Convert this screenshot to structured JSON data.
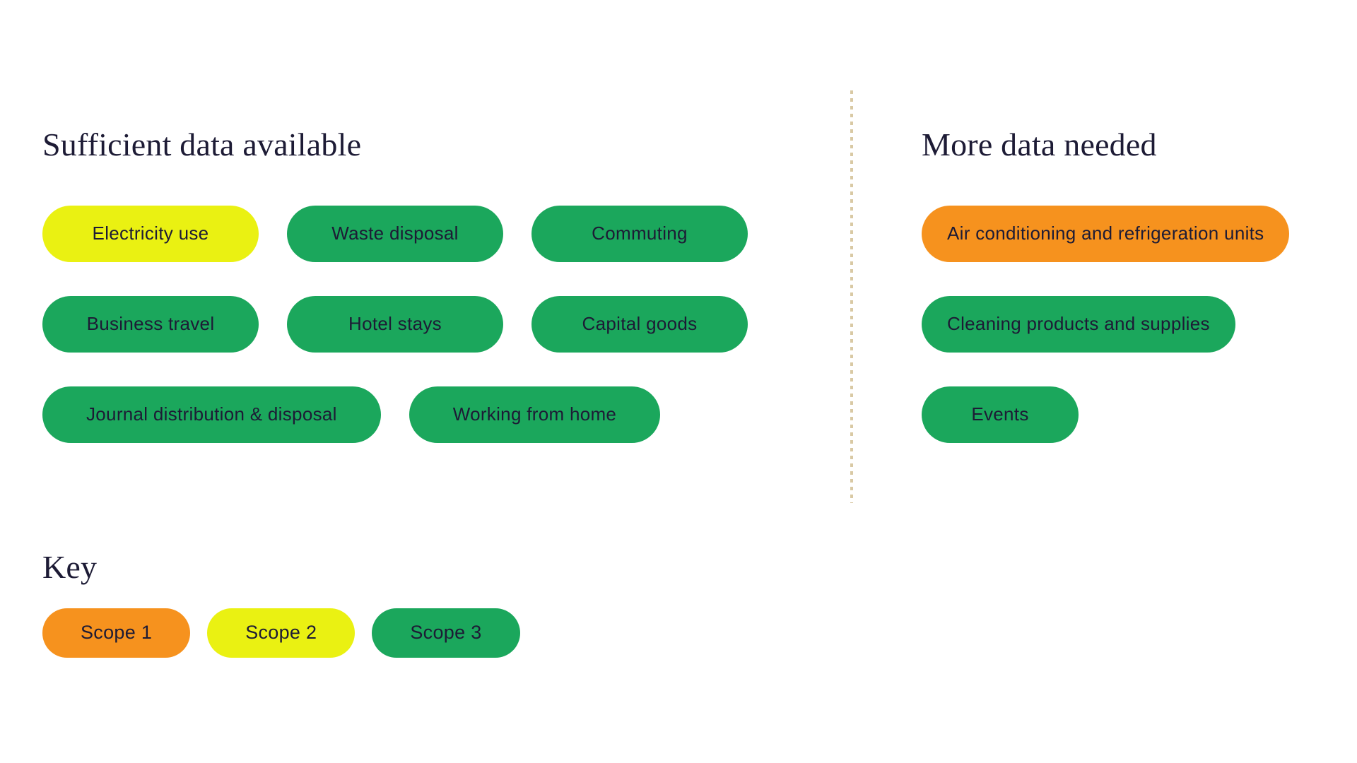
{
  "colors": {
    "scope1": "#F6921E",
    "scope2": "#EAF112",
    "scope3": "#1BA75C",
    "text": "#1D1B35",
    "divider": "#D9C9A4",
    "bg": "#FFFFFF"
  },
  "sections": {
    "sufficient": {
      "title": "Sufficient data available",
      "rows": [
        [
          {
            "label": "Electricity use",
            "scope": "2"
          },
          {
            "label": "Waste disposal",
            "scope": "3"
          },
          {
            "label": "Commuting",
            "scope": "3"
          }
        ],
        [
          {
            "label": "Business travel",
            "scope": "3"
          },
          {
            "label": "Hotel stays",
            "scope": "3"
          },
          {
            "label": "Capital goods",
            "scope": "3"
          }
        ],
        [
          {
            "label": "Journal distribution & disposal",
            "scope": "3"
          },
          {
            "label": "Working from home",
            "scope": "3"
          }
        ]
      ]
    },
    "more_needed": {
      "title": "More data needed",
      "pills": [
        {
          "label": "Air conditioning and refrigeration units",
          "scope": "1"
        },
        {
          "label": "Cleaning products and supplies",
          "scope": "3"
        },
        {
          "label": "Events",
          "scope": "3"
        }
      ]
    },
    "key": {
      "title": "Key",
      "items": [
        {
          "label": "Scope 1",
          "scope": "1"
        },
        {
          "label": "Scope 2",
          "scope": "2"
        },
        {
          "label": "Scope 3",
          "scope": "3"
        }
      ]
    }
  }
}
